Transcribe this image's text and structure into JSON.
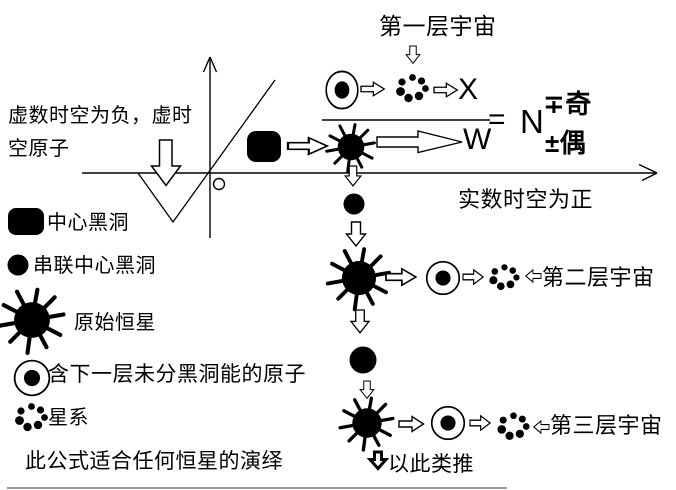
{
  "colors": {
    "ink": "#000000",
    "background": "#ffffff",
    "edge_gray": "#9a9a9a"
  },
  "header": {
    "first_universe": "第一层宇宙"
  },
  "axes": {
    "imaginary_label": "虚数时空为负，虚时空原子",
    "real_label": "实数时空为正"
  },
  "formula": {
    "numerator": "X",
    "denominator": "W",
    "equals_sign": "=",
    "base": "N",
    "superscript": "∓奇",
    "subscript": "±偶"
  },
  "universe_layers": {
    "second": "第二层宇宙",
    "third": "第三层宇宙",
    "and_so_on": "以此类推"
  },
  "legend": {
    "items": [
      {
        "icon": "central-black-hole-icon",
        "label": "中心黑洞"
      },
      {
        "icon": "serial-central-black-hole-icon",
        "label": "串联中心黑洞"
      },
      {
        "icon": "primordial-star-icon",
        "label": "原始恒星"
      },
      {
        "icon": "atom-undivided-energy-icon",
        "label": "含下一层未分黑洞能的原子"
      },
      {
        "icon": "galaxy-icon",
        "label": "星系"
      }
    ],
    "footnote": "此公式适合任何恒星的演绎"
  }
}
